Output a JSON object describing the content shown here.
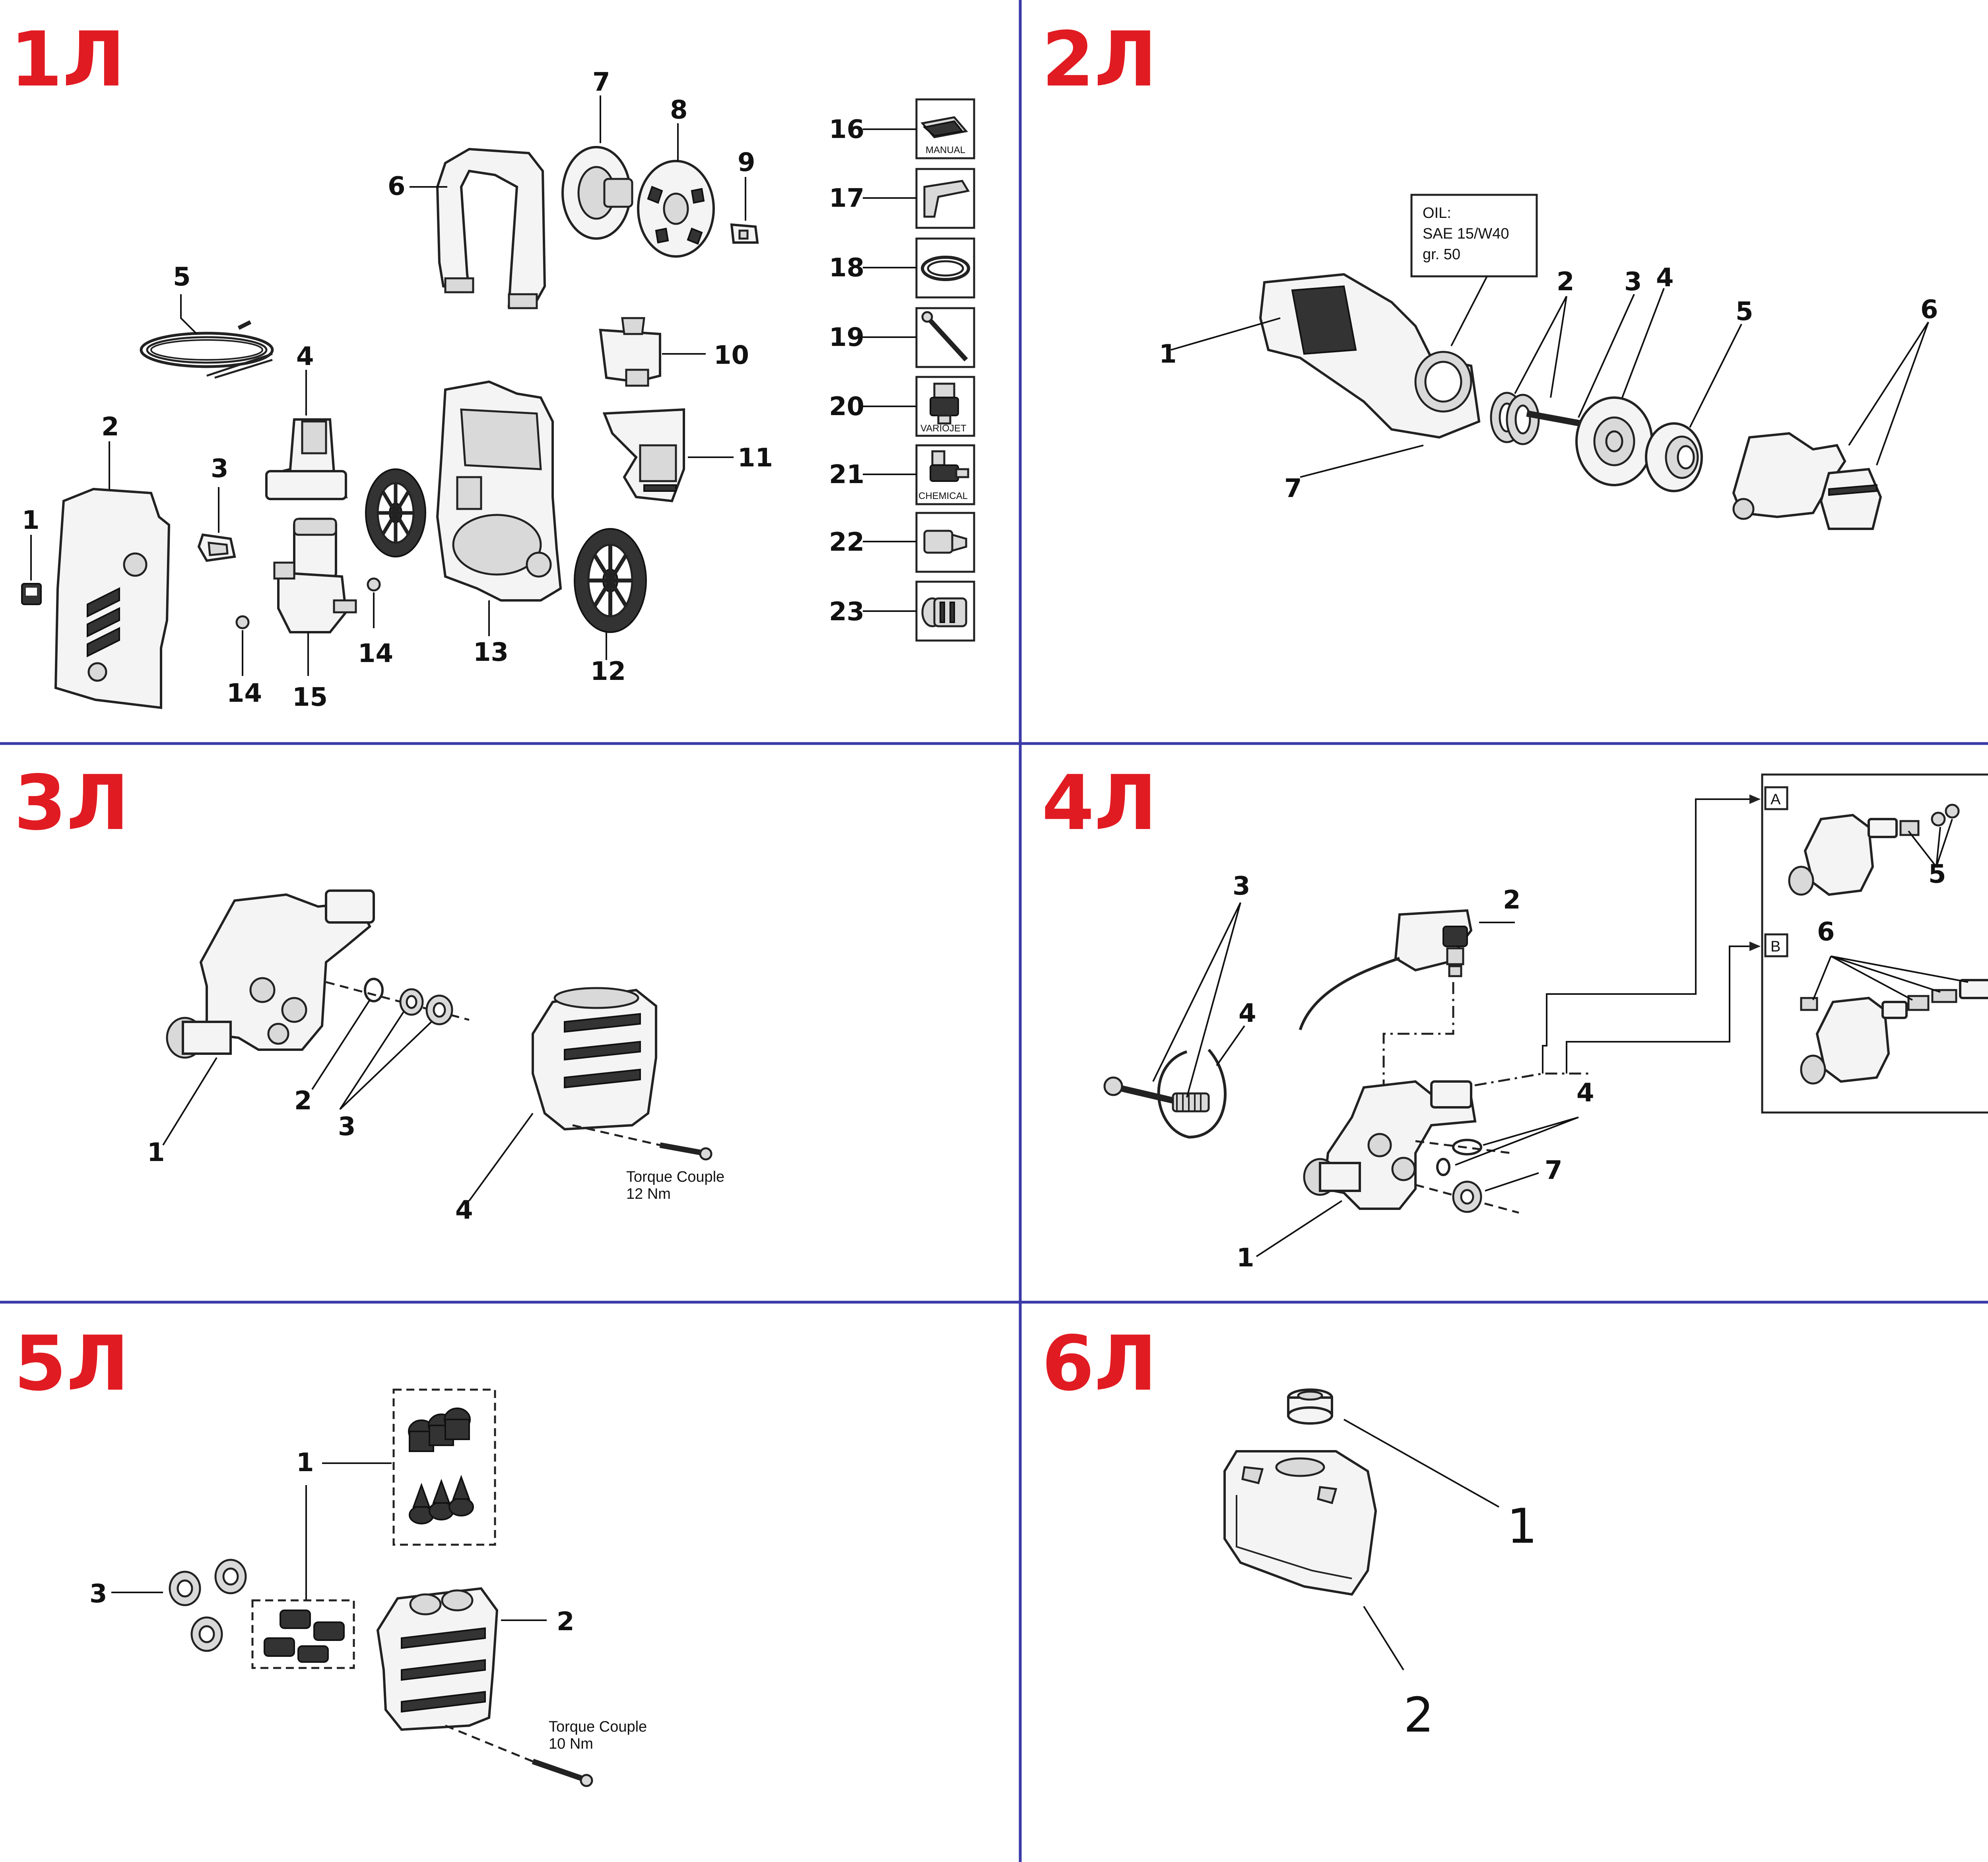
{
  "panels": {
    "p1": {
      "title": "1Л",
      "labels": [
        "1",
        "2",
        "3",
        "4",
        "5",
        "6",
        "7",
        "8",
        "9",
        "10",
        "11",
        "12",
        "13",
        "14",
        "14",
        "15",
        "16",
        "17",
        "18",
        "19",
        "20",
        "21",
        "22",
        "23"
      ],
      "accessory_icons": {
        "manual": "MANUAL",
        "variojet": "VARIOJET",
        "chemical": "CHEMICAL"
      }
    },
    "p2": {
      "title": "2Л",
      "labels": [
        "1",
        "2",
        "3",
        "4",
        "5",
        "6",
        "7"
      ],
      "oil_note": {
        "line1": "OIL:",
        "line2": "SAE 15/W40",
        "line3": "gr.  50"
      }
    },
    "p3": {
      "title": "3Л",
      "labels": [
        "1",
        "2",
        "3",
        "4"
      ],
      "torque": {
        "line1": "Torque Couple",
        "line2": "12 Nm"
      }
    },
    "p4": {
      "title": "4Л",
      "labels": [
        "1",
        "2",
        "3",
        "4",
        "4",
        "5",
        "6",
        "7"
      ],
      "box_a": "A",
      "box_b": "B"
    },
    "p5": {
      "title": "5Л",
      "labels": [
        "1",
        "2",
        "3"
      ],
      "torque": {
        "line1": "Torque Couple",
        "line2": "10 Nm"
      }
    },
    "p6": {
      "title": "6Л",
      "labels": [
        "1",
        "2"
      ]
    }
  },
  "colors": {
    "title_red": "#e11b22",
    "divider_blue": "#3a3aa8"
  }
}
